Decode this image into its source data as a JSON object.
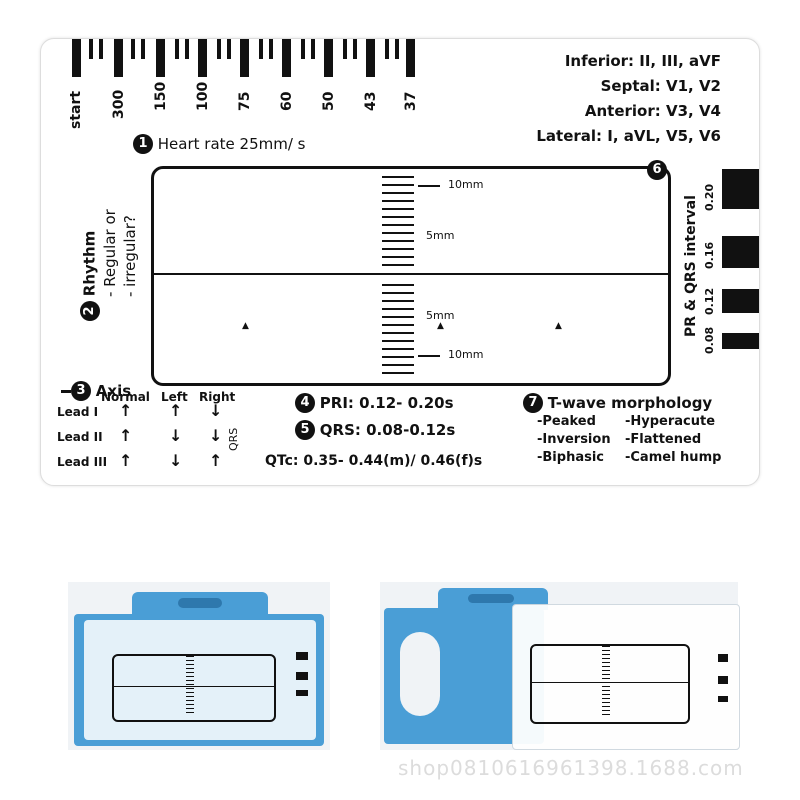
{
  "ruler": {
    "start_label": "start",
    "ticks": [
      "300",
      "150",
      "100",
      "75",
      "60",
      "50",
      "43",
      "37"
    ]
  },
  "leads": {
    "inferior": "Inferior: II, III, aVF",
    "septal": "Septal: V1, V2",
    "anterior": "Anterior: V3, V4",
    "lateral": "Lateral: I, aVL, V5, V6"
  },
  "heart_rate": {
    "number": "1",
    "text": "Heart rate 25mm/ s"
  },
  "rhythm": {
    "number": "2",
    "title": "Rhythm",
    "line1": "- Regular or",
    "line2": "- irregular?"
  },
  "window": {
    "number": "6",
    "label_10mm_top": "10mm",
    "label_5mm_top": "5mm",
    "label_5mm_bottom": "5mm",
    "label_10mm_bottom": "10mm"
  },
  "intervals": {
    "title": "PR & QRS interval",
    "values": [
      "0.20",
      "0.16",
      "0.12",
      "0.08"
    ]
  },
  "axis": {
    "number": "3",
    "title": "Axis",
    "headers": [
      "Normal",
      "Left",
      "Right"
    ],
    "qrs_label": "QRS",
    "rows": [
      {
        "lead": "Lead I",
        "arrows": [
          "↑",
          "↑",
          "↓"
        ]
      },
      {
        "lead": "Lead II",
        "arrows": [
          "↑",
          "↓",
          "↓"
        ]
      },
      {
        "lead": "Lead III",
        "arrows": [
          "↑",
          "↓",
          "↑"
        ]
      }
    ]
  },
  "pri": {
    "number": "4",
    "text": "PRI: 0.12- 0.20s"
  },
  "qrs": {
    "number": "5",
    "text": "QRS: 0.08-0.12s"
  },
  "qtc": {
    "text": "QTc: 0.35- 0.44(m)/ 0.46(f)s"
  },
  "twave": {
    "number": "7",
    "title": "T-wave morphology",
    "left": [
      "-Peaked",
      "-Inversion",
      "-Biphasic"
    ],
    "right": [
      "-Hyperacute",
      "-Flattened",
      "-Camel hump"
    ]
  },
  "watermark": "shop0810616961398.1688.com",
  "colors": {
    "holder_blue": "#4a9ed6",
    "ink": "#111111",
    "card": "#ffffff"
  }
}
